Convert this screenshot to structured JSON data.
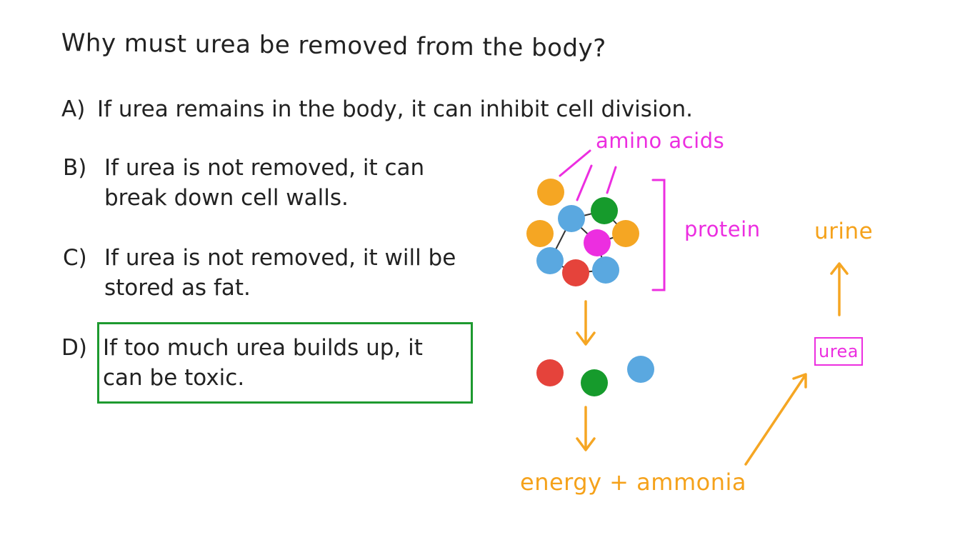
{
  "question": "Why must urea be removed from the body?",
  "options": [
    {
      "letter": "A)",
      "lines": [
        "If urea remains in the body, it can inhibit cell division."
      ]
    },
    {
      "letter": "B)",
      "lines": [
        "If urea is not removed, it can",
        "break down cell walls."
      ]
    },
    {
      "letter": "C)",
      "lines": [
        "If urea is not removed, it will be",
        "stored as fat."
      ]
    },
    {
      "letter": "D)",
      "lines": [
        "If too much urea builds up, it",
        "can be toxic."
      ]
    }
  ],
  "highlighted_option": "D)",
  "diagram": {
    "labels": {
      "amino_acids": "amino acids",
      "protein": "protein",
      "energy_ammonia": "energy + ammonia",
      "urea": "urea",
      "urine": "urine"
    },
    "colors": {
      "orange": "#f5a623",
      "blue": "#5aa8e0",
      "green": "#169b2c",
      "magenta": "#ec2ee0",
      "red": "#e5433b",
      "answer_box": "#1e9a2f"
    }
  }
}
